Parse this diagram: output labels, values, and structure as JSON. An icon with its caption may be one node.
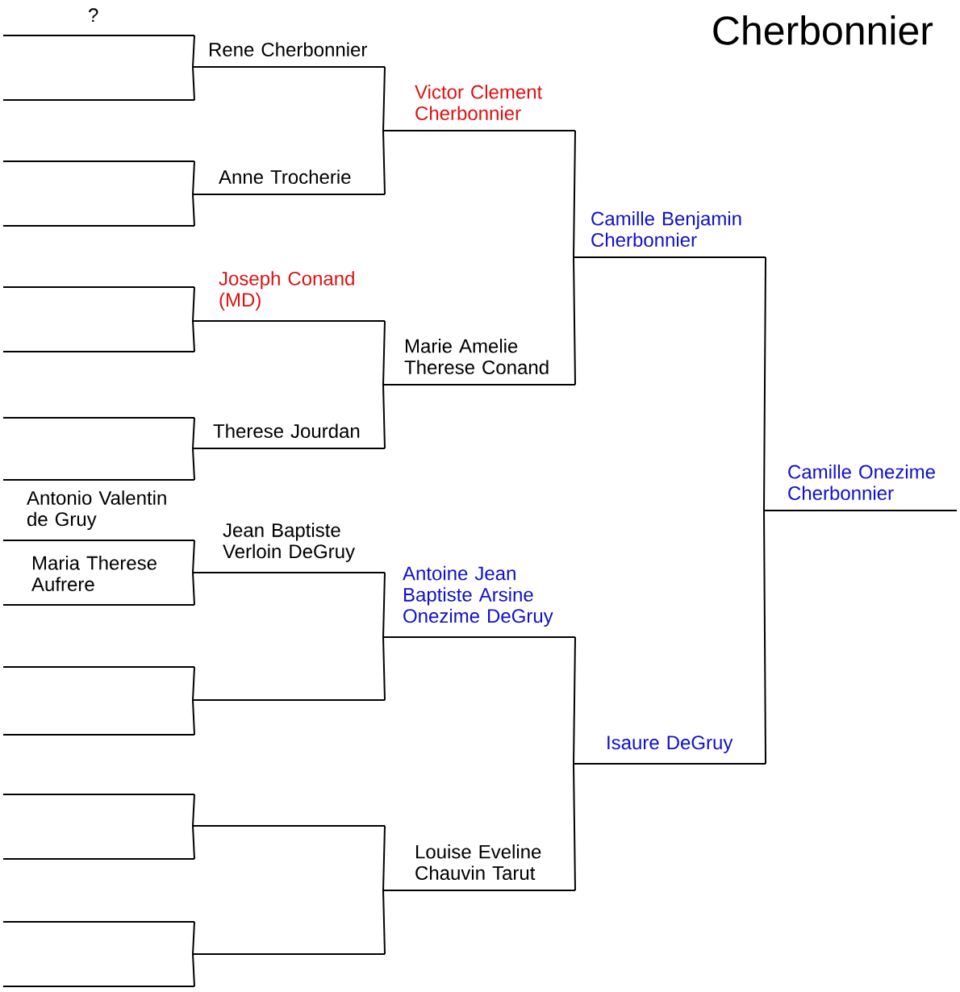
{
  "diagram": {
    "title": "Cherbonnier",
    "nodes": [
      {
        "text": [
          "?"
        ]
      },
      {
        "text": [],
        "shape": "line"
      },
      {
        "text": [],
        "shape": "line"
      },
      {
        "text": [],
        "shape": "line"
      },
      {
        "text": [],
        "shape": "line"
      },
      {
        "text": [],
        "shape": "line"
      },
      {
        "text": [],
        "shape": "line"
      },
      {
        "text": [],
        "shape": "line"
      },
      {
        "text": [
          "Antonio Valentin de Gruy"
        ]
      },
      {
        "text": [
          "Maria Therese Aufrere"
        ]
      },
      {
        "text": [],
        "shape": "line"
      },
      {
        "text": [],
        "shape": "line"
      },
      {
        "text": [],
        "shape": "line"
      },
      {
        "text": [],
        "shape": "line"
      },
      {
        "text": [],
        "shape": "line"
      },
      {
        "text": [],
        "shape": "line"
      },
      {
        "text": [
          "Rene Cherbonnier"
        ]
      },
      {
        "text": [
          "Anne Trocherie"
        ]
      },
      {
        "text": [
          "Joseph Conand (MD)"
        ]
      },
      {
        "text": [
          "Therese Jourdan"
        ]
      },
      {
        "text": [
          "Jean Baptiste Verloin DeGruy"
        ]
      },
      {
        "text": [],
        "shape": "line"
      },
      {
        "text": [],
        "shape": "line"
      },
      {
        "text": [],
        "shape": "line"
      },
      {
        "text": [
          "Victor Clement Cherbonnier"
        ]
      },
      {
        "text": [
          "Marie Amelie Therese Conand"
        ]
      },
      {
        "text": [
          "Antoine Jean Baptiste Arsine Onezime DeGruy"
        ]
      },
      {
        "text": [
          "Louise Eveline Chauvin Tarut"
        ]
      },
      {
        "text": [
          "Camille Benjamin Cherbonnier"
        ]
      },
      {
        "text": [
          "Isaure DeGruy"
        ]
      },
      {
        "text": [
          "Camille Onezime Cherbonnier"
        ]
      }
    ],
    "edges": [
      {
        "from": 16,
        "to": 0,
        "arrow": "none"
      },
      {
        "from": 16,
        "to": 1,
        "arrow": "none"
      },
      {
        "from": 17,
        "to": 2,
        "arrow": "none"
      },
      {
        "from": 17,
        "to": 3,
        "arrow": "none"
      },
      {
        "from": 18,
        "to": 4,
        "arrow": "none"
      },
      {
        "from": 18,
        "to": 5,
        "arrow": "none"
      },
      {
        "from": 19,
        "to": 6,
        "arrow": "none"
      },
      {
        "from": 19,
        "to": 7,
        "arrow": "none"
      },
      {
        "from": 20,
        "to": 8,
        "arrow": "none"
      },
      {
        "from": 20,
        "to": 9,
        "arrow": "none"
      },
      {
        "from": 21,
        "to": 10,
        "arrow": "none"
      },
      {
        "from": 21,
        "to": 11,
        "arrow": "none"
      },
      {
        "from": 22,
        "to": 12,
        "arrow": "none"
      },
      {
        "from": 22,
        "to": 13,
        "arrow": "none"
      },
      {
        "from": 23,
        "to": 14,
        "arrow": "none"
      },
      {
        "from": 23,
        "to": 15,
        "arrow": "none"
      },
      {
        "from": 24,
        "to": 16,
        "arrow": "none"
      },
      {
        "from": 24,
        "to": 17,
        "arrow": "none"
      },
      {
        "from": 25,
        "to": 18,
        "arrow": "none"
      },
      {
        "from": 25,
        "to": 19,
        "arrow": "none"
      },
      {
        "from": 26,
        "to": 20,
        "arrow": "none"
      },
      {
        "from": 26,
        "to": 21,
        "arrow": "none"
      },
      {
        "from": 27,
        "to": 22,
        "arrow": "none"
      },
      {
        "from": 27,
        "to": 23,
        "arrow": "none"
      },
      {
        "from": 28,
        "to": 24,
        "arrow": "none"
      },
      {
        "from": 28,
        "to": 25,
        "arrow": "none"
      },
      {
        "from": 29,
        "to": 26,
        "arrow": "none"
      },
      {
        "from": 29,
        "to": 27,
        "arrow": "none"
      },
      {
        "from": 30,
        "to": 28,
        "arrow": "none"
      },
      {
        "from": 30,
        "to": 29,
        "arrow": "none"
      }
    ]
  }
}
